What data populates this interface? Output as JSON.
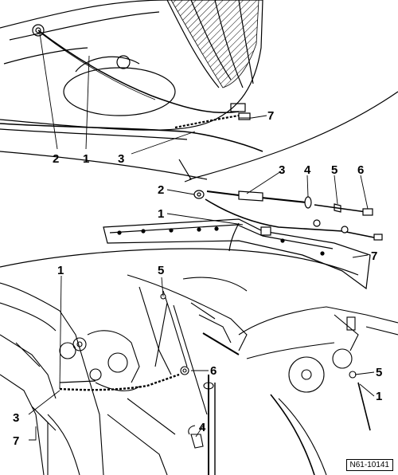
{
  "figure_id": "N61-10141",
  "callouts": {
    "top": [
      {
        "label": "2"
      },
      {
        "label": "1"
      },
      {
        "label": "3"
      },
      {
        "label": "7"
      }
    ],
    "exploded": [
      {
        "label": "3"
      },
      {
        "label": "4"
      },
      {
        "label": "5"
      },
      {
        "label": "6"
      },
      {
        "label": "2"
      },
      {
        "label": "1"
      },
      {
        "label": "7"
      }
    ],
    "bottom": [
      {
        "label": "1"
      },
      {
        "label": "5"
      },
      {
        "label": "6"
      },
      {
        "label": "3"
      },
      {
        "label": "7"
      },
      {
        "label": "4"
      },
      {
        "label": "5"
      },
      {
        "label": "1"
      }
    ]
  }
}
